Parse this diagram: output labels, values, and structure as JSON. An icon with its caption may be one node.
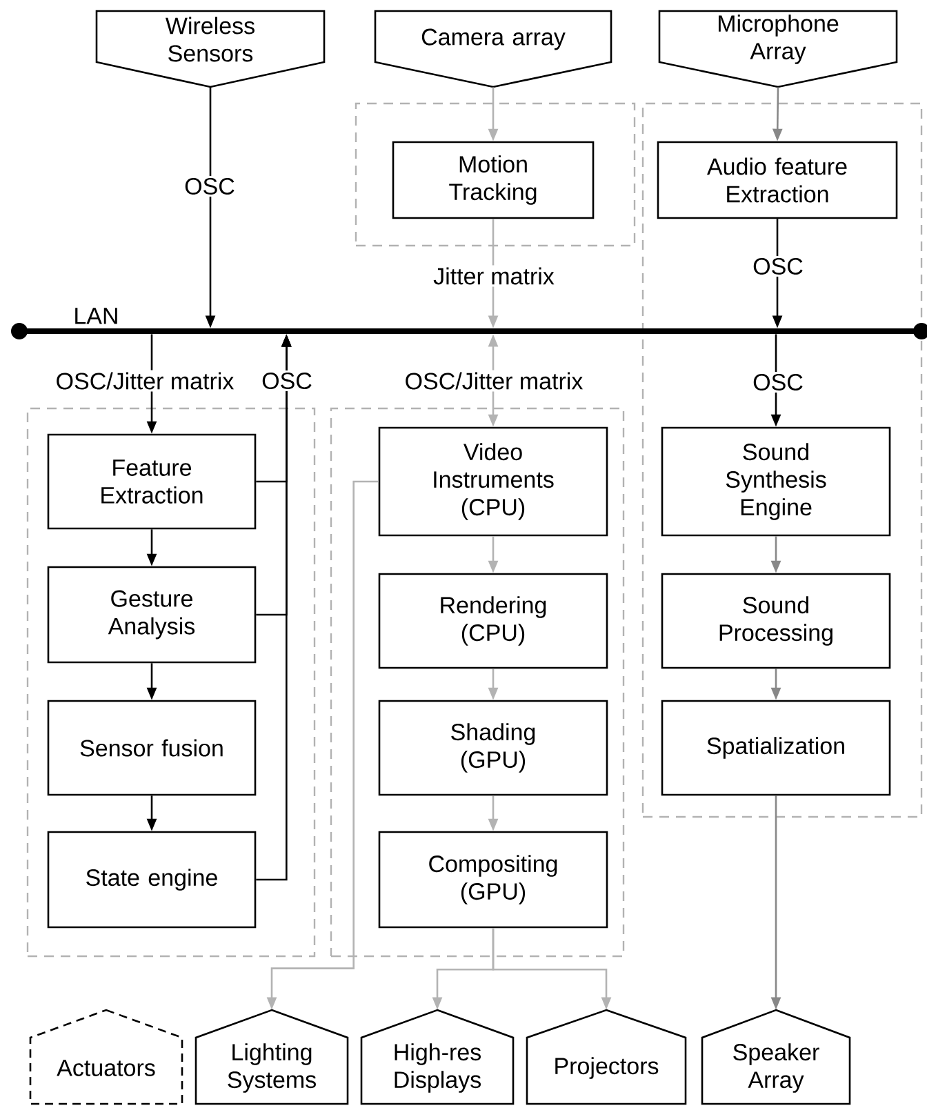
{
  "diagram": {
    "nodes": [
      {
        "text": [
          "Wireless Sensors"
        ]
      },
      {
        "text": [
          "Camera array"
        ]
      },
      {
        "text": [
          "Microphone Array"
        ]
      },
      {
        "text": [],
        "shape": "box"
      },
      {
        "text": [
          "Motion Tracking"
        ],
        "in": 3
      },
      {
        "text": [],
        "shape": "box"
      },
      {
        "text": [
          "Audio feature Extraction"
        ],
        "in": 5
      },
      {
        "text": [
          "LAN"
        ]
      },
      {
        "text": [],
        "shape": "box"
      },
      {
        "text": [
          "Feature Extraction"
        ],
        "in": 8
      },
      {
        "text": [
          "Gesture Analysis"
        ],
        "in": 8
      },
      {
        "text": [
          "Sensor fusion"
        ],
        "in": 8
      },
      {
        "text": [
          "State engine"
        ],
        "in": 8
      },
      {
        "text": [],
        "shape": "box"
      },
      {
        "text": [
          "Video Instruments (CPU)"
        ],
        "in": 13
      },
      {
        "text": [
          "Rendering (CPU)"
        ],
        "in": 13
      },
      {
        "text": [
          "Shading (GPU)"
        ],
        "in": 13
      },
      {
        "text": [
          "Compositing (GPU)"
        ],
        "in": 13
      },
      {
        "text": [
          "Sound Synthesis Engine"
        ],
        "in": 5
      },
      {
        "text": [
          "Sound Processing"
        ],
        "in": 5
      },
      {
        "text": [
          "Spatialization"
        ],
        "in": 5
      },
      {
        "text": [
          "Actuators"
        ]
      },
      {
        "text": [
          "Lighting Systems"
        ]
      },
      {
        "text": [
          "High-res Displays"
        ]
      },
      {
        "text": [
          "Projectors"
        ]
      },
      {
        "text": [
          "Speaker Array"
        ]
      }
    ],
    "edges": [
      {
        "from": 0,
        "to": 7,
        "arrow": "to",
        "label": "OSC"
      },
      {
        "from": 1,
        "to": 4,
        "arrow": "to",
        "color": "#b3b3b3"
      },
      {
        "from": 4,
        "to": 7,
        "arrow": "to",
        "label": "Jitter matrix",
        "color": "#b3b3b3"
      },
      {
        "from": 2,
        "to": 6,
        "arrow": "to",
        "color": "#888888"
      },
      {
        "from": 6,
        "to": 7,
        "arrow": "to",
        "label": "OSC"
      },
      {
        "from": 7,
        "to": 9,
        "arrow": "to",
        "label": "OSC/Jitter matrix"
      },
      {
        "from": 9,
        "to": 7,
        "arrow": "to"
      },
      {
        "from": 10,
        "to": 7,
        "arrow": "to"
      },
      {
        "from": 12,
        "to": 7,
        "arrow": "to",
        "label": "OSC"
      },
      {
        "from": 9,
        "to": 10,
        "arrow": "to"
      },
      {
        "from": 10,
        "to": 11,
        "arrow": "to"
      },
      {
        "from": 11,
        "to": 12,
        "arrow": "to"
      },
      {
        "from": 7,
        "to": 14,
        "arrow": "both",
        "label": "OSC/Jitter matrix",
        "color": "#b3b3b3"
      },
      {
        "from": 14,
        "to": 15,
        "arrow": "to",
        "color": "#b3b3b3"
      },
      {
        "from": 15,
        "to": 16,
        "arrow": "to",
        "color": "#b3b3b3"
      },
      {
        "from": 16,
        "to": 17,
        "arrow": "to",
        "color": "#b3b3b3"
      },
      {
        "from": 14,
        "to": 22,
        "arrow": "to",
        "color": "#b3b3b3"
      },
      {
        "from": 17,
        "to": 23,
        "arrow": "to",
        "color": "#b3b3b3"
      },
      {
        "from": 17,
        "to": 24,
        "arrow": "to",
        "color": "#b3b3b3"
      },
      {
        "from": 7,
        "to": 18,
        "arrow": "to",
        "label": "OSC"
      },
      {
        "from": 18,
        "to": 19,
        "arrow": "to",
        "color": "#888888"
      },
      {
        "from": 19,
        "to": 20,
        "arrow": "to",
        "color": "#888888"
      },
      {
        "from": 20,
        "to": 25,
        "arrow": "to",
        "color": "#888888"
      }
    ]
  }
}
